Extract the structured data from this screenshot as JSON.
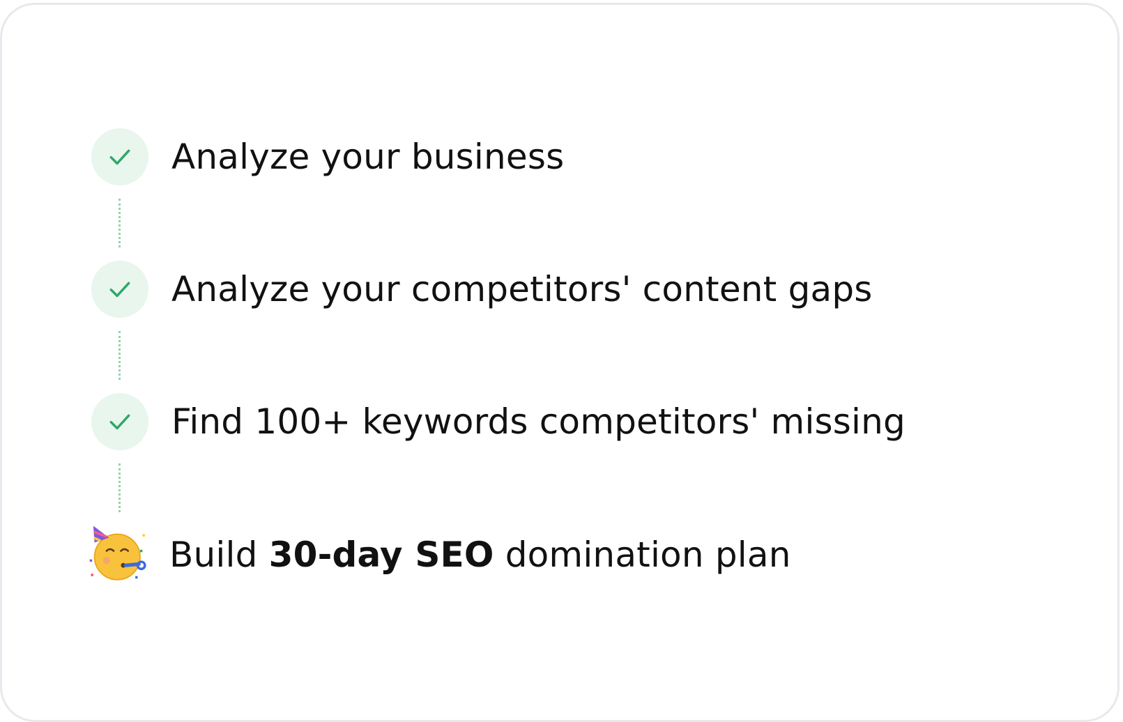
{
  "steps": [
    {
      "label": "Analyze your business",
      "status": "done",
      "icon": "check-icon"
    },
    {
      "label": "Analyze your competitors' content gaps",
      "status": "done",
      "icon": "check-icon"
    },
    {
      "label": "Find 100+ keywords competitors' missing",
      "status": "done",
      "icon": "check-icon"
    }
  ],
  "final_step": {
    "prefix": "Build ",
    "bold": "30-day SEO",
    "suffix": " domination plan",
    "icon": "partying-face-emoji"
  },
  "colors": {
    "check": "#2fa865",
    "badge_bg": "#e8f6ee",
    "connector": "#8fd3ac",
    "border": "#e8e8ee",
    "text": "#111111"
  }
}
